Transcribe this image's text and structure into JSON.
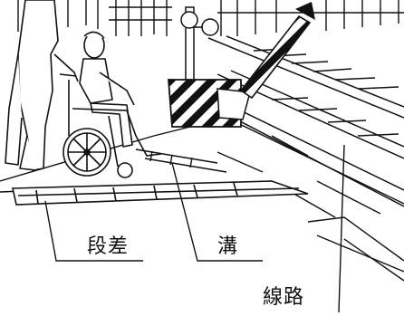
{
  "labels": {
    "step": "段差",
    "ditch": "溝",
    "track": "線路"
  }
}
